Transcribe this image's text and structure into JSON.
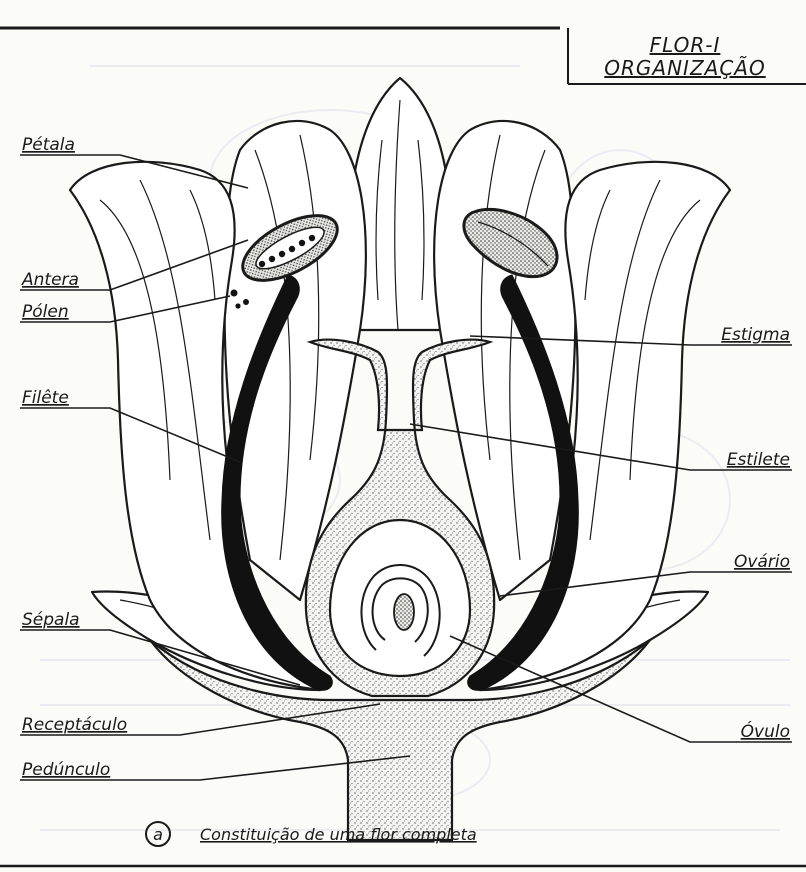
{
  "title": {
    "line1": "FLOR-I",
    "line2": "ORGANIZAÇÃO"
  },
  "labels": {
    "petala": "Pétala",
    "antera": "Antera",
    "polen": "Pólen",
    "filete": "Filête",
    "sepala": "Sépala",
    "receptaculo": "Receptáculo",
    "pedunculo": "Pedúnculo",
    "estigma": "Estigma",
    "estilete": "Estilete",
    "ovario": "Ovário",
    "ovulo": "Óvulo"
  },
  "caption": {
    "marker": "a",
    "text": "Constituição de uma flor completa"
  },
  "colors": {
    "ink": "#1a1a1a",
    "paper": "#fbfbf8",
    "show_through": "#d8dbe8"
  }
}
